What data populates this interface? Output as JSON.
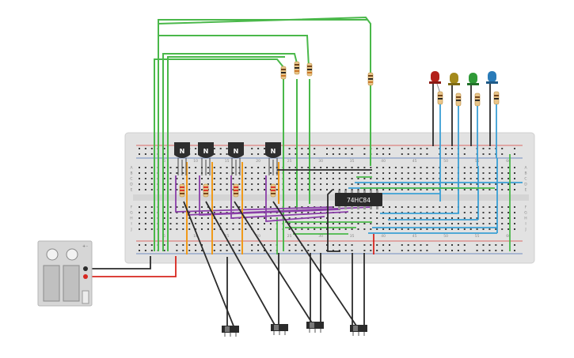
{
  "canvas": {
    "background": "#ffffff"
  },
  "colors": {
    "breadboard": "#e2e2e2",
    "breadboard_edge": "#cfcfcf",
    "hole": "#3c3c3c",
    "rail_red": "#d9423b",
    "rail_blue": "#4a6fb5",
    "wire_green": "#4ab84a",
    "wire_purple": "#8a3fa8",
    "wire_orange": "#f09a1a",
    "wire_blue": "#3a9fd5",
    "wire_black": "#2b2b2b",
    "wire_red": "#d8261f",
    "transistor": "#2e2e2e",
    "ic": "#2a2a2a",
    "led_red": "#b3211a",
    "led_yellow": "#a48a1c",
    "led_green": "#2f9a37",
    "led_blue": "#2a7bb8",
    "resistor_body": "#e8c58a",
    "battery_body": "#d6d6d6"
  },
  "breadboard": {
    "column_numbers": [
      "5",
      "10",
      "15",
      "20",
      "25",
      "30",
      "35",
      "40",
      "45",
      "50",
      "55",
      "60"
    ],
    "row_letters_top": [
      "A",
      "B",
      "C",
      "D",
      "E"
    ],
    "row_letters_bottom": [
      "F",
      "G",
      "H",
      "I",
      "J"
    ]
  },
  "transistors": [
    {
      "label": "N"
    },
    {
      "label": "N"
    },
    {
      "label": "N"
    },
    {
      "label": "N"
    }
  ],
  "ic": {
    "label": "74HC84"
  },
  "leds": [
    {
      "color_name": "red"
    },
    {
      "color_name": "yellow"
    },
    {
      "color_name": "green"
    },
    {
      "color_name": "blue"
    }
  ],
  "switches": [
    {
      "kind": "slide-switch"
    },
    {
      "kind": "slide-switch"
    },
    {
      "kind": "slide-switch"
    },
    {
      "kind": "slide-switch"
    }
  ],
  "battery": {
    "terminals": [
      "+",
      "-"
    ]
  }
}
